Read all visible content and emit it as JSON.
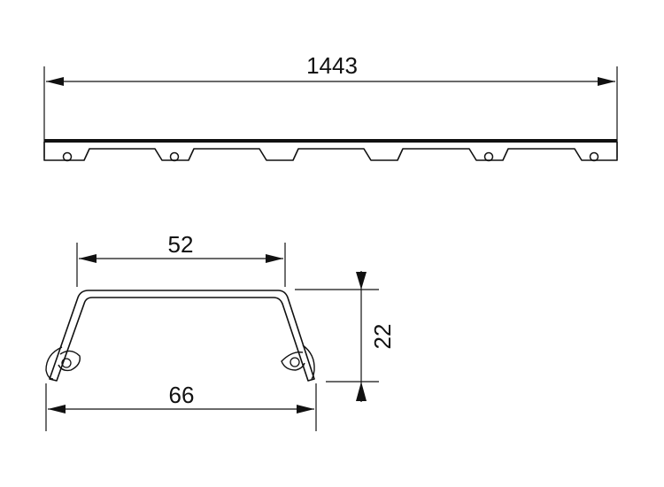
{
  "drawing": {
    "top_view": {
      "length_label": "1443"
    },
    "section_view": {
      "inner_width_label": "52",
      "outer_width_label": "66",
      "height_label": "22"
    }
  },
  "colors": {
    "line": "#111111",
    "background": "#ffffff"
  }
}
